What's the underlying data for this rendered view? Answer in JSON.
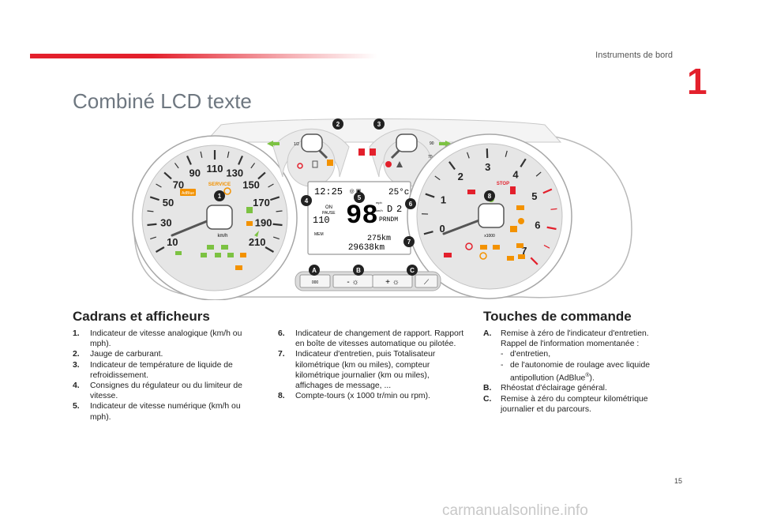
{
  "header": {
    "section": "Instruments de bord",
    "chapter": "1"
  },
  "title": "Combiné LCD texte",
  "dashboard": {
    "speedo_labels": [
      "10",
      "30",
      "50",
      "70",
      "90",
      "110",
      "130",
      "150",
      "170",
      "190",
      "210"
    ],
    "speedo_unit": "km/h",
    "service_label": "SERVICE",
    "adblue_label": "AdBlue",
    "lcd": {
      "time": "12:25",
      "temp": "25°c",
      "speed": "98",
      "gear": "D",
      "gear_num": "2",
      "limit": "110",
      "on": "ON",
      "pause": "PAUSE",
      "unit_mph": "mph",
      "unit_kmh": "km/h",
      "gears": "PRNDM",
      "mem": "MEM",
      "trip": "275km",
      "odo": "29638km"
    },
    "fuel_half": "1/2",
    "temp_90": "90",
    "temp_70": "70",
    "tacho_labels": [
      "0",
      "1",
      "2",
      "3",
      "4",
      "5",
      "6",
      "7"
    ],
    "tacho_unit": "x1000",
    "stop_label": "STOP",
    "callouts": [
      "1",
      "2",
      "3",
      "4",
      "5",
      "6",
      "7",
      "8",
      "A",
      "B",
      "C"
    ],
    "button_a_label": "000"
  },
  "left": {
    "heading": "Cadrans et afficheurs",
    "items": [
      {
        "num": "1.",
        "text": "Indicateur de vitesse analogique (km/h ou mph)."
      },
      {
        "num": "2.",
        "text": "Jauge de carburant."
      },
      {
        "num": "3.",
        "text": "Indicateur de température de liquide de refroidissement."
      },
      {
        "num": "4.",
        "text": "Consignes du régulateur ou du limiteur de vitesse."
      },
      {
        "num": "5.",
        "text": "Indicateur de vitesse numérique (km/h ou mph)."
      }
    ]
  },
  "middle": {
    "items": [
      {
        "num": "6.",
        "text": "Indicateur de changement de rapport. Rapport en boîte de vitesses automatique ou pilotée."
      },
      {
        "num": "7.",
        "text": "Indicateur d'entretien, puis Totalisateur kilométrique (km ou miles), compteur kilométrique journalier (km ou miles), affichages de message, ..."
      },
      {
        "num": "8.",
        "text": "Compte-tours (x 1000 tr/min ou rpm)."
      }
    ]
  },
  "right": {
    "heading": "Touches de commande",
    "a": {
      "num": "A.",
      "text": "Remise à zéro de l'indicateur d'entretien. Rappel de l'information momentanée :",
      "sub1": "d'entretien,",
      "sub2_main": "de l'autonomie de roulage avec liquide antipollution (AdBlue",
      "sub2_sup": "®",
      "sub2_end": ")."
    },
    "b": {
      "num": "B.",
      "text": "Rhéostat d'éclairage général."
    },
    "c": {
      "num": "C.",
      "text": "Remise à zéro du compteur kilométrique journalier et du parcours."
    }
  },
  "page_number": "15",
  "watermark": "carmanualsonline.info",
  "colors": {
    "accent": "#e3202c",
    "title_gray": "#6e7780",
    "callout": "#222222",
    "warning_green": "#7cc242",
    "warning_orange": "#f39200"
  }
}
